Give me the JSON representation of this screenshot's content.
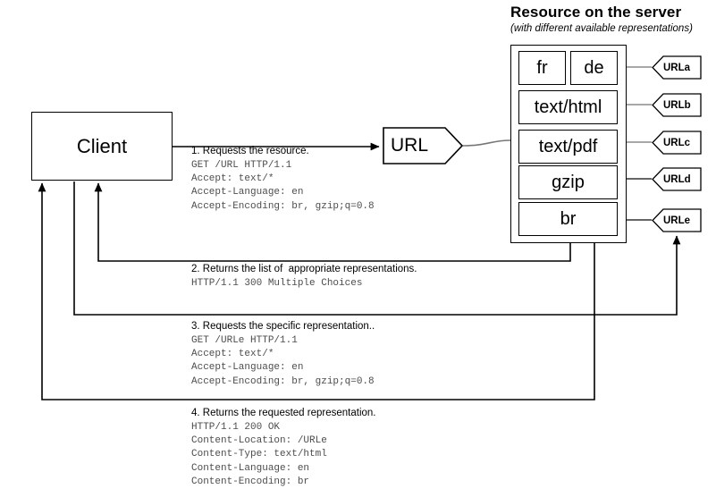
{
  "server": {
    "title": "Resource on the server",
    "subtitle": "(with different available representations)",
    "representations": [
      {
        "id": "fr",
        "label": "fr"
      },
      {
        "id": "de",
        "label": "de"
      },
      {
        "id": "text-html",
        "label": "text/html"
      },
      {
        "id": "text-pdf",
        "label": "text/pdf"
      },
      {
        "id": "gzip",
        "label": "gzip"
      },
      {
        "id": "br",
        "label": "br"
      }
    ],
    "url_tags": [
      {
        "id": "urla",
        "label": "URLa"
      },
      {
        "id": "urlb",
        "label": "URLb"
      },
      {
        "id": "urlc",
        "label": "URLc"
      },
      {
        "id": "urld",
        "label": "URLd"
      },
      {
        "id": "urle",
        "label": "URLe"
      }
    ]
  },
  "client": {
    "label": "Client"
  },
  "url_token": {
    "label": "URL"
  },
  "steps": [
    {
      "id": "step-1",
      "heading": "1. Requests the resource.",
      "code": "GET /URL HTTP/1.1\nAccept: text/*\nAccept-Language: en\nAccept-Encoding: br, gzip;q=0.8"
    },
    {
      "id": "step-2",
      "heading": "2. Returns the list of  appropriate representations.",
      "code": "HTTP/1.1 300 Multiple Choices"
    },
    {
      "id": "step-3",
      "heading": "3. Requests the specific representation..",
      "code": "GET /URLe HTTP/1.1\nAccept: text/*\nAccept-Language: en\nAccept-Encoding: br, gzip;q=0.8"
    },
    {
      "id": "step-4",
      "heading": "4. Returns the requested representation.",
      "code": "HTTP/1.1 200 OK\nContent-Location: /URLe\nContent-Type: text/html\nContent-Language: en\nContent-Encoding: br"
    }
  ],
  "colors": {
    "stroke": "#000000",
    "background": "#ffffff",
    "code_text": "#4d4d4d",
    "connector_gray": "#8c8c8c"
  }
}
